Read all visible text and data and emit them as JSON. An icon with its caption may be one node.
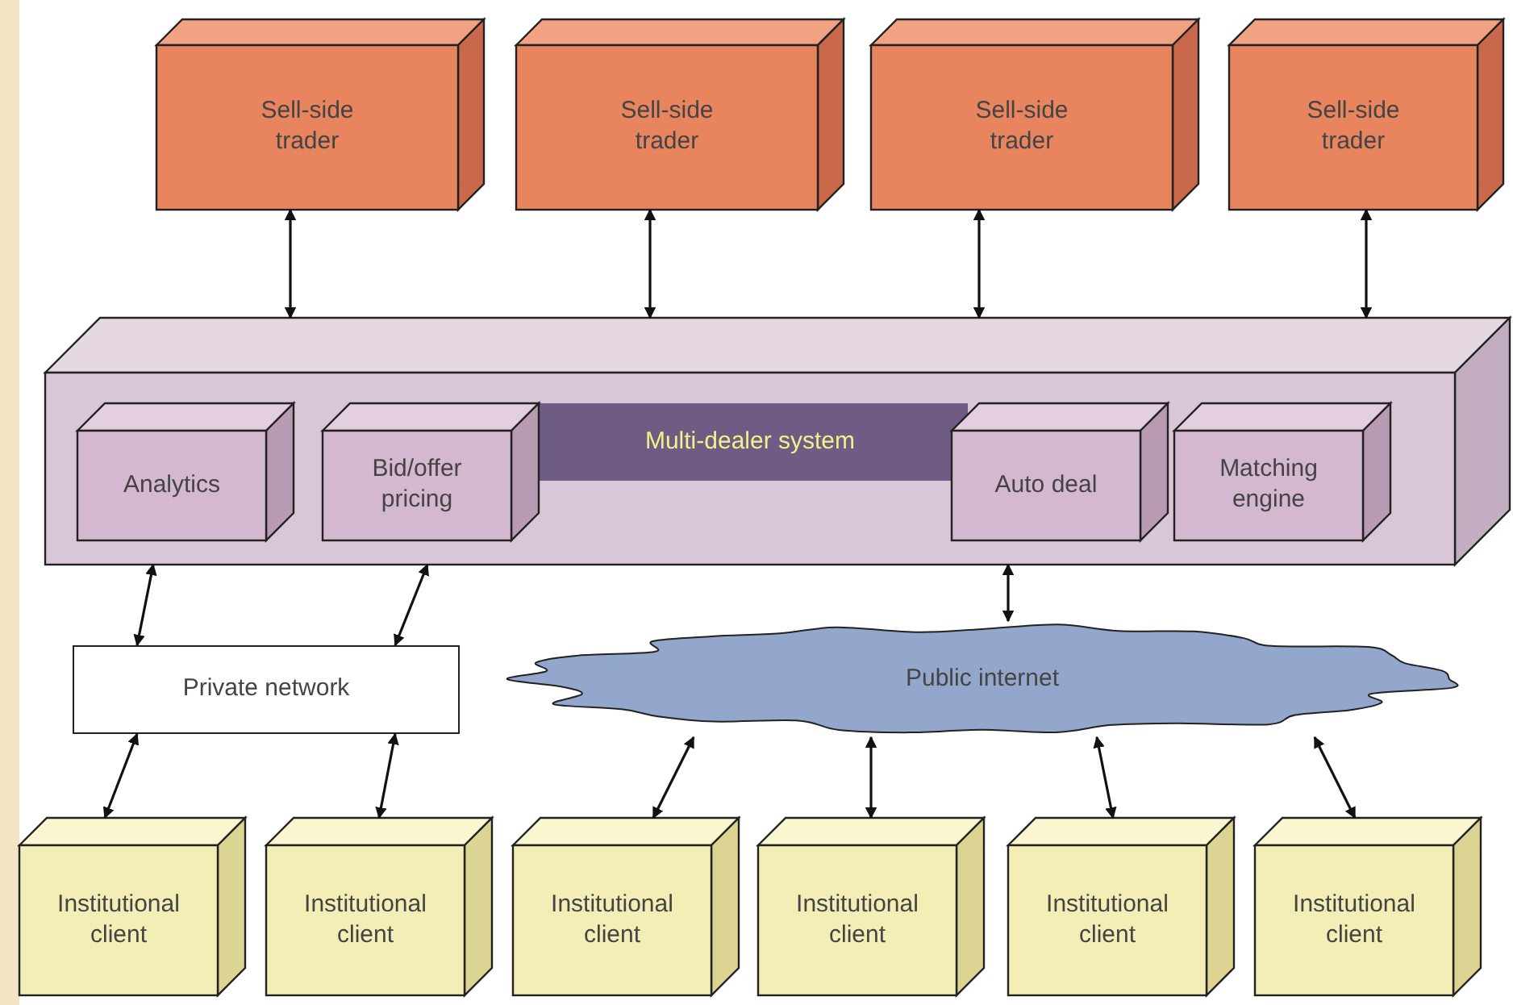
{
  "diagram": {
    "nodes": [
      {
        "text": [
          "Sell-side trader"
        ]
      },
      {
        "text": [
          "Sell-side trader"
        ]
      },
      {
        "text": [
          "Sell-side trader"
        ]
      },
      {
        "text": [
          "Sell-side trader"
        ]
      },
      {
        "text": [
          "Multi-dealer system"
        ]
      },
      {
        "text": [
          "Analytics"
        ],
        "in": 4
      },
      {
        "text": [
          "Bid/offer pricing"
        ],
        "in": 4
      },
      {
        "text": [
          "Auto deal"
        ],
        "in": 4
      },
      {
        "text": [
          "Matching engine"
        ],
        "in": 4
      },
      {
        "text": [
          "Private network"
        ]
      },
      {
        "text": [
          "Public internet"
        ]
      },
      {
        "text": [
          "Institutional client"
        ]
      },
      {
        "text": [
          "Institutional client"
        ]
      },
      {
        "text": [
          "Institutional client"
        ]
      },
      {
        "text": [
          "Institutional client"
        ]
      },
      {
        "text": [
          "Institutional client"
        ]
      },
      {
        "text": [
          "Institutional client"
        ]
      }
    ],
    "edges": [
      {
        "from": 0,
        "to": 4,
        "arrow": "both"
      },
      {
        "from": 1,
        "to": 4,
        "arrow": "both"
      },
      {
        "from": 2,
        "to": 4,
        "arrow": "both"
      },
      {
        "from": 3,
        "to": 4,
        "arrow": "both"
      },
      {
        "from": 4,
        "to": 9,
        "arrow": "both"
      },
      {
        "from": 4,
        "to": 9,
        "arrow": "both"
      },
      {
        "from": 9,
        "to": 11,
        "arrow": "both"
      },
      {
        "from": 9,
        "to": 12,
        "arrow": "both"
      },
      {
        "from": 4,
        "to": 10,
        "arrow": "both"
      },
      {
        "from": 10,
        "to": 13,
        "arrow": "both"
      },
      {
        "from": 10,
        "to": 14,
        "arrow": "both"
      },
      {
        "from": 10,
        "to": 15,
        "arrow": "both"
      },
      {
        "from": 10,
        "to": 16,
        "arrow": "both"
      }
    ]
  }
}
